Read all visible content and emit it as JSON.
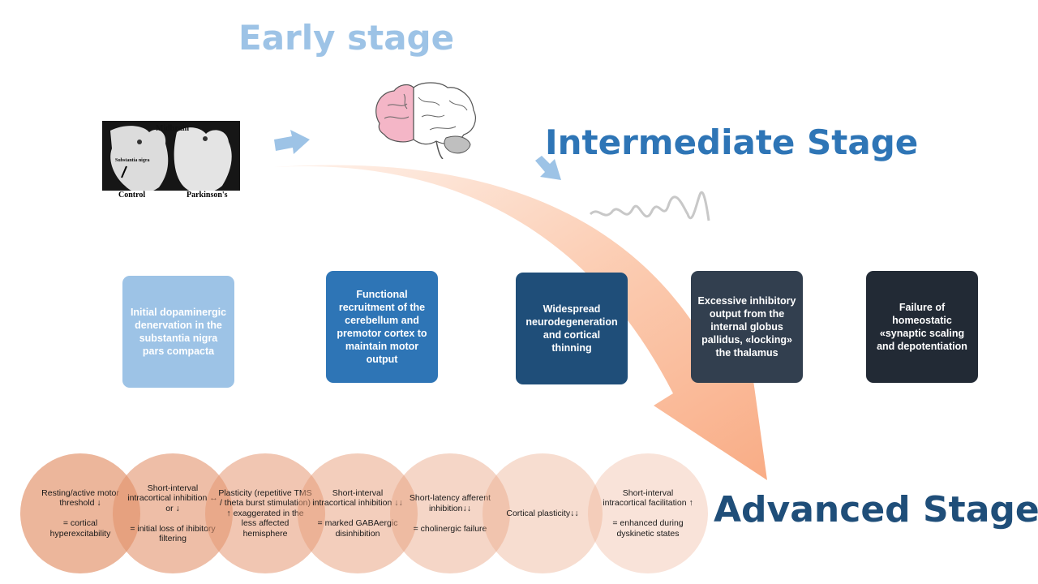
{
  "stages": {
    "early": "Early stage",
    "intermediate": "Intermediate Stage",
    "advanced": "Advanced Stage"
  },
  "photo": {
    "title": "Midbrain",
    "pointer_label": "Substantia nigra",
    "left_caption": "Control",
    "right_caption": "Parkinson's"
  },
  "boxes": [
    {
      "text": "Initial dopaminergic denervation in the substantia nigra pars compacta",
      "color": "#9DC3E6"
    },
    {
      "text": "Functional recruitment of the cerebellum and premotor cortex to maintain motor output",
      "color": "#2E75B6"
    },
    {
      "text": "Widespread neurodegeneration and cortical thinning",
      "color": "#1F4E79"
    },
    {
      "text": "Excessive inhibitory output from the internal globus pallidus, «locking» the thalamus",
      "color": "#323F4F"
    },
    {
      "text": "Failure of homeostatic «synaptic scaling and depotentiation",
      "color": "#222A35"
    }
  ],
  "circles": [
    {
      "text": "Resting/active motor threshold ↓\n\n= cortical hyperexcitability"
    },
    {
      "text": "Short-interval intracortical inhibition ↔ or ↓\n\n= initial loss of ihibitory filtering"
    },
    {
      "text": "Plasticity (repetitive TMS / theta burst stimulation) ↑ exaggerated in the less affected hemisphere"
    },
    {
      "text": "Short-interval intracortical inhibition ↓↓\n\n= marked GABAergic disinhibition"
    },
    {
      "text": "Short-latency afferent inhibition↓↓\n\n= cholinergic failure"
    },
    {
      "text": "Cortical plasticity↓↓"
    },
    {
      "text": "Short-interval intracortical facilitation ↑\n\n= enhanced during dyskinetic states"
    }
  ],
  "colors": {
    "arrow": "#F8A880",
    "circle_fill": "#E9A784",
    "small_arrow": "#9DC3E6"
  }
}
